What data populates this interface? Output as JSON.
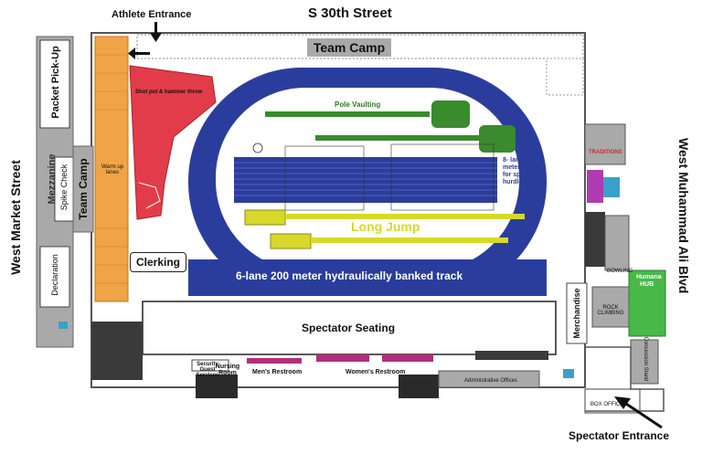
{
  "streets": {
    "north": "S 30th Street",
    "west": "West Market Street",
    "east": "West Muhammad Ali Blvd"
  },
  "entrances": {
    "athlete": "Athlete Entrance",
    "spectator": "Spectator Entrance"
  },
  "zones": {
    "team_camp_top": "Team Camp",
    "team_camp_left": "Team Camp",
    "packet_pickup": "Packet Pick-Up",
    "mezzanine": "Mezzanine",
    "spike_check": "Spike Check",
    "declaration": "Declaration",
    "clerking": "Clerking",
    "warmup": "Warm up lanes",
    "shot_put": "Shot put & hammer throw",
    "pole_vault": "Pole Vaulting",
    "sprint_lanes": "8- lane 60 meter lanes for sprints & hurdles",
    "long_jump": "Long Jump",
    "track": "6-lane 200 meter hydraulically banked track",
    "spectator_seating": "Spectator Seating",
    "merchandise": "Merchandise",
    "bowling": "BOWLING",
    "rock_climbing": "ROCK CLIMBING",
    "humana_hub_1": "Humana",
    "humana_hub_2": "HUB",
    "concession": "Concession Stand",
    "box_office": "BOX OFFICE",
    "security": "Security Guest Services",
    "nursing": "Nursing Room",
    "mens_restroom": "Men's Restroom",
    "womens_restroom": "Women's Restroom",
    "admin_offices": "Administrative Offices",
    "tradition": "TRADITIONS"
  },
  "colors": {
    "track_blue": "#2b3d9c",
    "warmup_orange": "#f0a445",
    "throw_red": "#e23c4a",
    "pole_green": "#3a8a2e",
    "jump_yellow": "#d8d82a",
    "grey": "#a9a9a9",
    "hub_green": "#48b848"
  }
}
